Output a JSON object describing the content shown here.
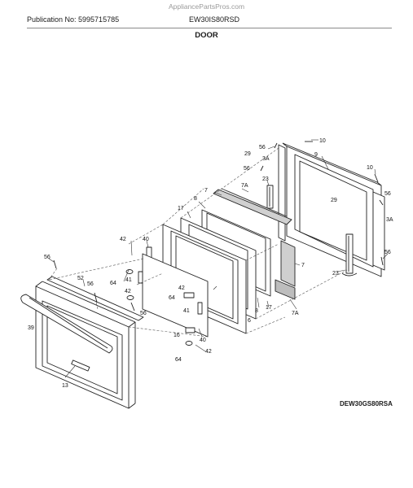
{
  "watermark": "AppliancePartsPros.com",
  "header": {
    "publication": "Publication No: 5995715785",
    "model": "EW30IS80RSD",
    "title": "DOOR"
  },
  "diagram_ref": "DEW30GS80RSA",
  "callouts": {
    "c10a": "10",
    "c56a": "56",
    "c29a": "29",
    "c3Aa": "3A",
    "c9": "9",
    "c56b": "56",
    "c23a": "23",
    "c10b": "10",
    "c7Aa": "7A",
    "c7a": "7",
    "c8a": "8",
    "c29b": "29",
    "c56c": "56",
    "c3Ab": "3A",
    "c17a": "17",
    "c42a": "42",
    "c40a": "40",
    "c56d": "56",
    "c56e": "56",
    "c23b": "23",
    "c7b": "7",
    "c52": "52",
    "c41a": "41",
    "c64a": "64",
    "c56f": "56",
    "c42b": "42",
    "c42c": "42",
    "c64b": "64",
    "c56g": "56",
    "c8b": "8",
    "c17b": "17",
    "c7Ab": "7A",
    "c41b": "41",
    "c6": "6",
    "c39": "39",
    "c16": "16",
    "c40b": "40",
    "c42d": "42",
    "c64c": "64",
    "c13": "13"
  }
}
